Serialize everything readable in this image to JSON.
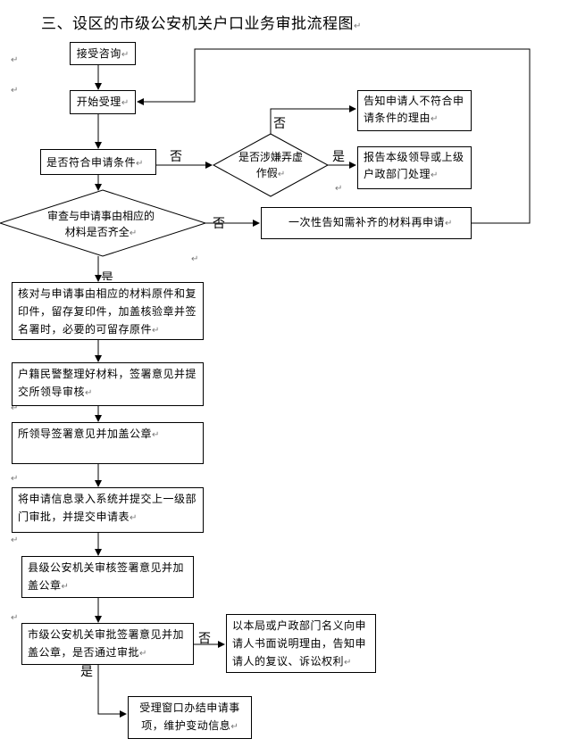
{
  "title": "三、设区的市级公安机关户口业务审批流程图",
  "nodes": {
    "accept": "接受咨询",
    "start": "开始受理",
    "eligible": "是否符合申请条件",
    "fraud": "是否涉嫌弄虚作假",
    "notify_unqualified": "告知申请人不符合申请条件的理由",
    "report": "报告本级领导或上级户政部门处理",
    "materials_complete": "审查与申请事由相应的材料是否齐全",
    "notify_missing": "一次性告知需补齐的材料再申请",
    "verify": "核对与申请事由相应的材料原件和复印件，留存复印件，加盖核验章并签名署时，必要的可留存原件",
    "police_organize": "户籍民警整理好材料，签署意见并提交所领导审核",
    "station_leader": "所领导签署意见并加盖公章",
    "enter_system": "将申请信息录入系统并提交上一级部门审批，并提交申请表",
    "county_review": "县级公安机关审核签署意见并加盖公章",
    "city_approval": "市级公安机关审批签署意见并加盖公章，是否通过审批",
    "explain_reason": "以本局或户政部门名义向申请人书面说明理由，告知申请人的复议、诉讼权利",
    "complete": "受理窗口办结申请事项，维护变动信息"
  },
  "edge_labels": {
    "no_eligible": "否",
    "no_fraud": "否",
    "yes_fraud": "是",
    "no_materials": "否",
    "yes_materials": "是",
    "no_approval": "否",
    "yes_approval": "是"
  },
  "return_mark": "↵"
}
